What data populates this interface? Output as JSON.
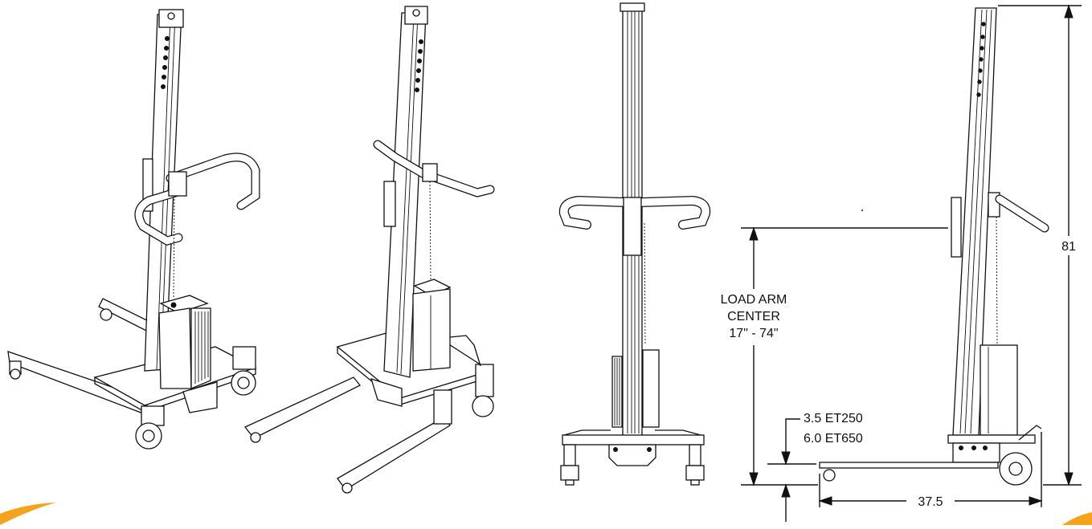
{
  "annotations": {
    "load_arm_line1": "LOAD ARM",
    "load_arm_line2": "CENTER",
    "load_arm_range": "17\" - 74\"",
    "clearance_line1": "3.5 ET250",
    "clearance_line2": "6.0 ET650",
    "height": "81",
    "length": "37.5"
  },
  "colors": {
    "line": "#111111",
    "accent": "#f5a31a",
    "background": "#ffffff"
  }
}
